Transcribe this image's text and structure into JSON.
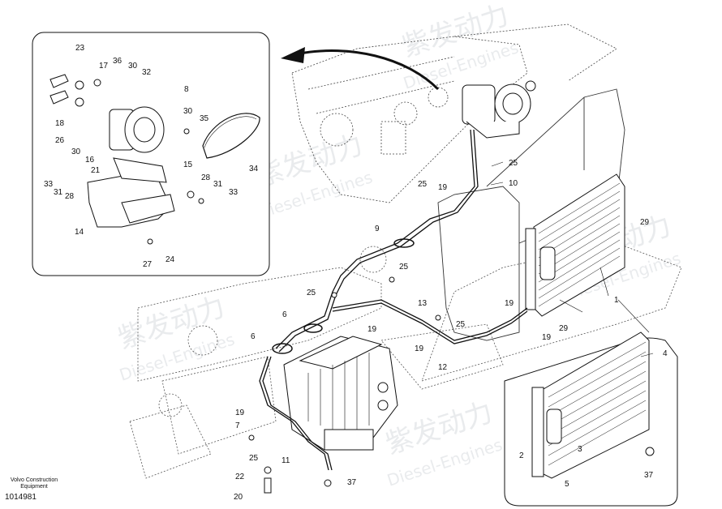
{
  "watermark": {
    "cn": "紫发动力",
    "en": "Diesel-Engines"
  },
  "footer": {
    "maker_line1": "Volvo Construction",
    "maker_line2": "Equipment",
    "doc_number": "1014981"
  },
  "inset_top_left": {
    "labels": [
      "23",
      "17",
      "36",
      "30",
      "32",
      "8",
      "18",
      "26",
      "30",
      "16",
      "21",
      "15",
      "30",
      "35",
      "34",
      "33",
      "31",
      "28",
      "28",
      "31",
      "33",
      "14",
      "27",
      "24"
    ]
  },
  "inset_bottom_right": {
    "labels": [
      "4",
      "1",
      "3",
      "2",
      "5",
      "37"
    ]
  },
  "main": {
    "labels": [
      "25",
      "10",
      "25",
      "19",
      "9",
      "29",
      "25",
      "13",
      "19",
      "25",
      "25",
      "19",
      "19",
      "29",
      "6",
      "6",
      "19",
      "12",
      "19",
      "7",
      "25",
      "11",
      "22",
      "37",
      "20"
    ]
  }
}
